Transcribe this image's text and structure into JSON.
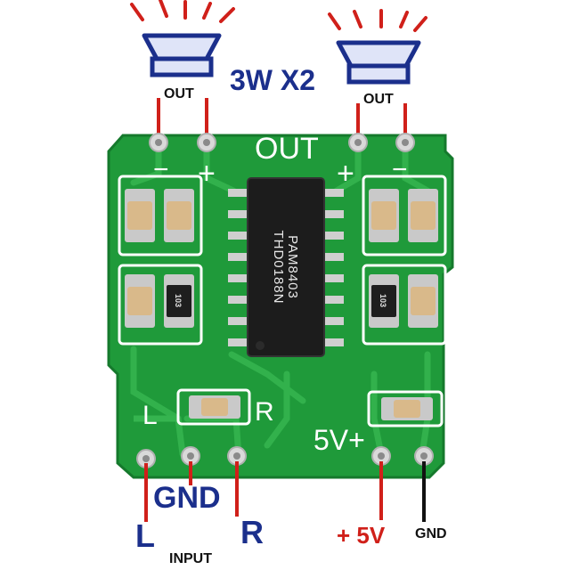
{
  "image": {
    "colors": {
      "board": "#1f9a3a",
      "board_edge": "#15792c",
      "trace": "#35b44f",
      "label_blue": "#1b2f8c",
      "wire_red": "#d0201a",
      "wire_black": "#111111",
      "chip": "#1c1c1c",
      "pad": "#c9c9c9",
      "cap_body": "#d9b98a",
      "silkscreen": "#ffffff"
    },
    "annotations": {
      "power": "3W X2",
      "speaker_left_label": "OUT",
      "speaker_right_label": "OUT",
      "input_gnd": "GND",
      "input_left": "L",
      "input_right": "R",
      "input_caption": "INPUT",
      "supply_positive": "+ 5V",
      "supply_ground": "GND"
    },
    "board_silkscreen": {
      "out": "OUT",
      "minus_left": "−",
      "plus_left": "+",
      "plus_right": "+",
      "minus_right": "−",
      "left": "L",
      "right": "R",
      "supply": "5V+"
    },
    "chip_marking": {
      "part": "PAM8403",
      "code": "THD0188N"
    },
    "resistor_code_left": "103",
    "resistor_code_right": "103"
  }
}
